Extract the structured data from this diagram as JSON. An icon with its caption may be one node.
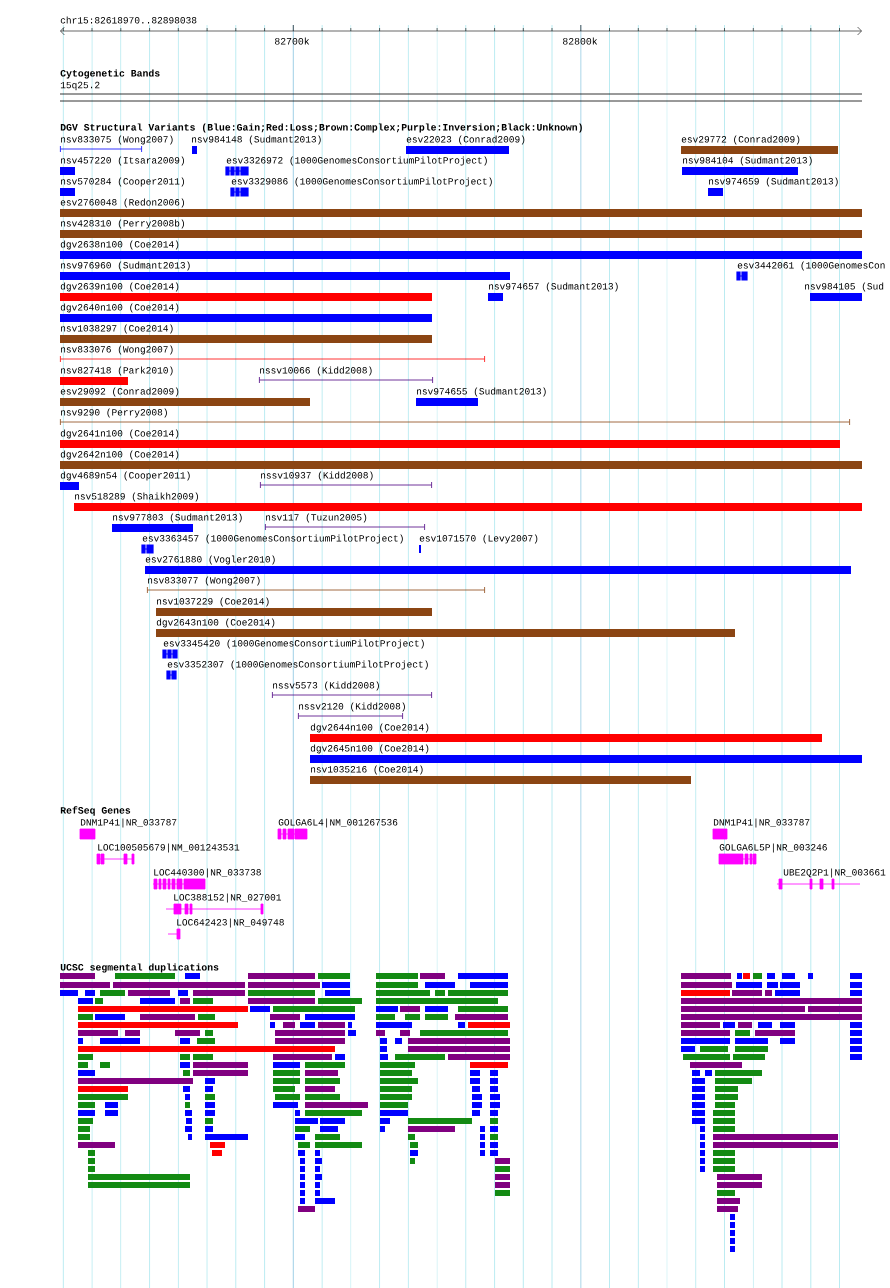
{
  "diagram": {
    "labels": [
      "chr15:82618970..82898038",
      "82700k",
      "82800k",
      "Cytogenetic Bands",
      "15q25.2",
      "DGV Structural Variants (Blue:Gain;Red:Loss;Brown:Complex;Purple:Inversion;Black:Unknown)",
      "nsv833075 (Wong2007)",
      "nsv984148 (Sudmant2013)",
      "esv22023 (Conrad2009)",
      "esv29772 (Conrad2009)",
      "nsv457220 (Itsara2009)",
      "esv3326972 (1000GenomesConsortiumPilotProject)",
      "nsv984104 (Sudmant2013)",
      "nsv570284 (Cooper2011)",
      "esv3329086 (1000GenomesConsortiumPilotProject)",
      "nsv974659 (Sudmant2013)",
      "esv2760048 (Redon2006)",
      "nsv428310 (Perry2008b)",
      "dgv2638n100 (Coe2014)",
      "nsv976960 (Sudmant2013)",
      "esv3442061 (1000GenomesCon",
      "dgv2639n100 (Coe2014)",
      "nsv974657 (Sudmant2013)",
      "nsv984105 (Sud",
      "dgv2640n100 (Coe2014)",
      "nsv1038297 (Coe2014)",
      "nsv833076 (Wong2007)",
      "nsv827418 (Park2010)",
      "nssv10066 (Kidd2008)",
      "esv29092 (Conrad2009)",
      "nsv974655 (Sudmant2013)",
      "nsv9290 (Perry2008)",
      "dgv2641n100 (Coe2014)",
      "dgv2642n100 (Coe2014)",
      "dgv4689n54 (Cooper2011)",
      "nssv10937 (Kidd2008)",
      "nsv518289 (Shaikh2009)",
      "nsv977803 (Sudmant2013)",
      "nsv117 (Tuzun2005)",
      "esv3363457 (1000GenomesConsortiumPilotProject)",
      "esv1071570 (Levy2007)",
      "esv2761880 (Vogler2010)",
      "nsv833077 (Wong2007)",
      "nsv1037229 (Coe2014)",
      "dgv2643n100 (Coe2014)",
      "esv3345420 (1000GenomesConsortiumPilotProject)",
      "esv3352307 (1000GenomesConsortiumPilotProject)",
      "nssv5573 (Kidd2008)",
      "nssv2120 (Kidd2008)",
      "dgv2644n100 (Coe2014)",
      "dgv2645n100 (Coe2014)",
      "nsv1035216 (Coe2014)",
      "RefSeq Genes",
      "DNM1P41|NR_033787",
      "GOLGA6L4|NM_001267536",
      "DNM1P41|NR_033787",
      "LOC100505679|NM_001243531",
      "GOLGA6L5P|NR_003246",
      "LOC440300|NR_033738",
      "UBE2Q2P1|NR_003661",
      "LOC388152|NR_027001",
      "LOC642423|NR_049748",
      "UCSC segmental duplications"
    ]
  }
}
